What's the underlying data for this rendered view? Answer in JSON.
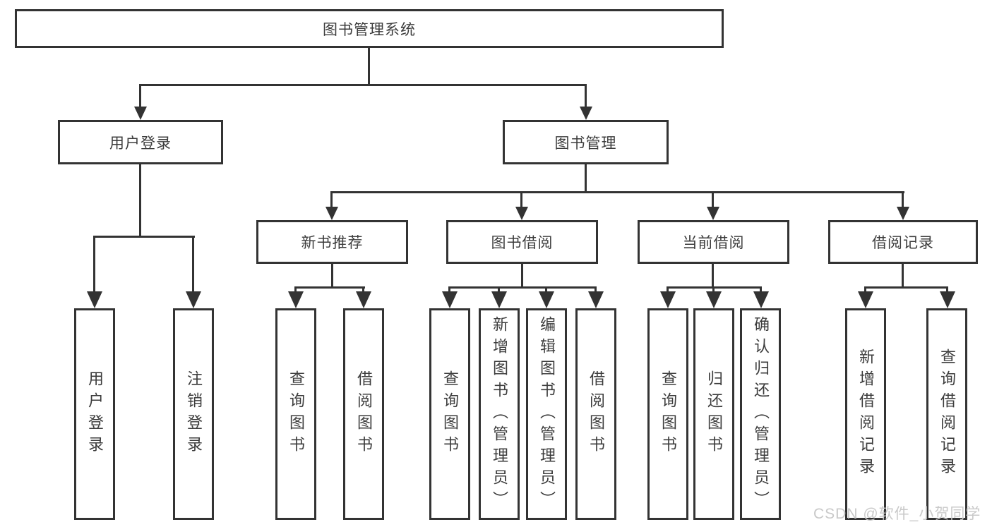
{
  "diagram": {
    "type": "hierarchy-tree",
    "tree": {
      "root": {
        "label": "图书管理系统"
      },
      "branches": [
        {
          "label": "用户登录",
          "children": [
            {
              "label": "用户登录"
            },
            {
              "label": "注销登录"
            }
          ]
        },
        {
          "label": "图书管理",
          "groups": [
            {
              "label": "新书推荐",
              "children": [
                {
                  "label": "查询图书"
                },
                {
                  "label": "借阅图书"
                }
              ]
            },
            {
              "label": "图书借阅",
              "children": [
                {
                  "label": "查询图书"
                },
                {
                  "label": "新增图书（管理员）"
                },
                {
                  "label": "编辑图书（管理员）"
                },
                {
                  "label": "借阅图书"
                }
              ]
            },
            {
              "label": "当前借阅",
              "children": [
                {
                  "label": "查询图书"
                },
                {
                  "label": "归还图书"
                },
                {
                  "label": "确认归还（管理员）"
                }
              ]
            },
            {
              "label": "借阅记录",
              "children": [
                {
                  "label": "新增借阅记录"
                },
                {
                  "label": "查询借阅记录"
                }
              ]
            }
          ]
        }
      ]
    },
    "watermark": {
      "text": "CSDN @软件_小贺同学"
    },
    "colors": {
      "line": "#333333",
      "text": "#3c3c3c",
      "watermark": "#c9c9c9",
      "background": "#ffffff"
    }
  }
}
